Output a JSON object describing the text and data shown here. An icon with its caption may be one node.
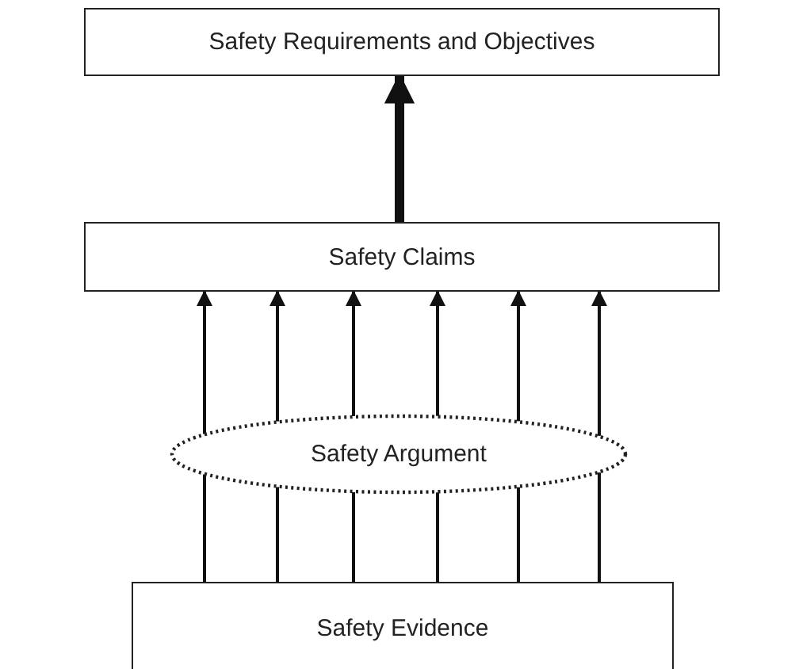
{
  "diagram": {
    "nodes": [
      {
        "text": [
          "Safety Requirements and Objectives"
        ]
      },
      {
        "text": [
          "Safety Claims"
        ]
      },
      {
        "text": [
          "Safety Argument"
        ]
      },
      {
        "text": [
          "Safety Evidence"
        ]
      }
    ],
    "edges": [
      {
        "from": 1,
        "to": 0,
        "arrow": "to",
        "style": "thick"
      },
      {
        "from": 3,
        "to": 2,
        "arrow": "none"
      },
      {
        "from": 3,
        "to": 2,
        "arrow": "none"
      },
      {
        "from": 3,
        "to": 2,
        "arrow": "none"
      },
      {
        "from": 3,
        "to": 2,
        "arrow": "none"
      },
      {
        "from": 3,
        "to": 2,
        "arrow": "none"
      },
      {
        "from": 3,
        "to": 2,
        "arrow": "none"
      },
      {
        "from": 2,
        "to": 1,
        "arrow": "to"
      },
      {
        "from": 2,
        "to": 1,
        "arrow": "to"
      },
      {
        "from": 2,
        "to": 1,
        "arrow": "to"
      },
      {
        "from": 2,
        "to": 1,
        "arrow": "to"
      },
      {
        "from": 2,
        "to": 1,
        "arrow": "to"
      },
      {
        "from": 2,
        "to": 1,
        "arrow": "to"
      }
    ]
  }
}
